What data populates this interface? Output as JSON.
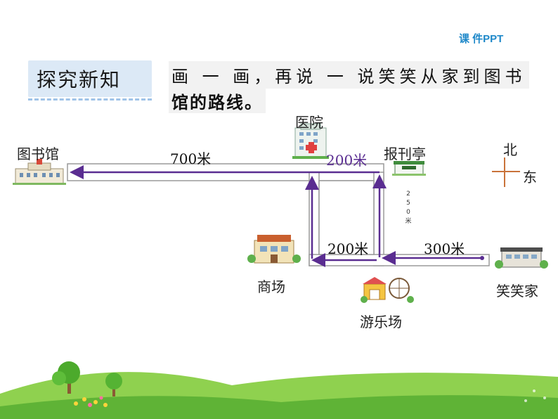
{
  "watermark": "课 件PPT",
  "section_title": "探究新知",
  "question": {
    "line1": "画 一 画，再说 一 说笑笑从家到图书",
    "line2": "馆的路线。"
  },
  "places": {
    "library": "图书馆",
    "hospital": "医院",
    "newsstand": "报刊亭",
    "mall": "商场",
    "amusement_park": "游乐场",
    "home": "笑笑家"
  },
  "distances": {
    "library_to_hospital": "700米",
    "hospital_to_newsstand": "200米",
    "mall_to_park": "200米",
    "park_to_home": "300米",
    "newsstand_to_park": [
      "2",
      "5",
      "0",
      "米"
    ]
  },
  "compass": {
    "north": "北",
    "east": "东"
  },
  "colors": {
    "route": "#5a2d91",
    "road": "#9a9a9a",
    "tab": "#dce9f6",
    "watermark": "#1e88c9"
  }
}
